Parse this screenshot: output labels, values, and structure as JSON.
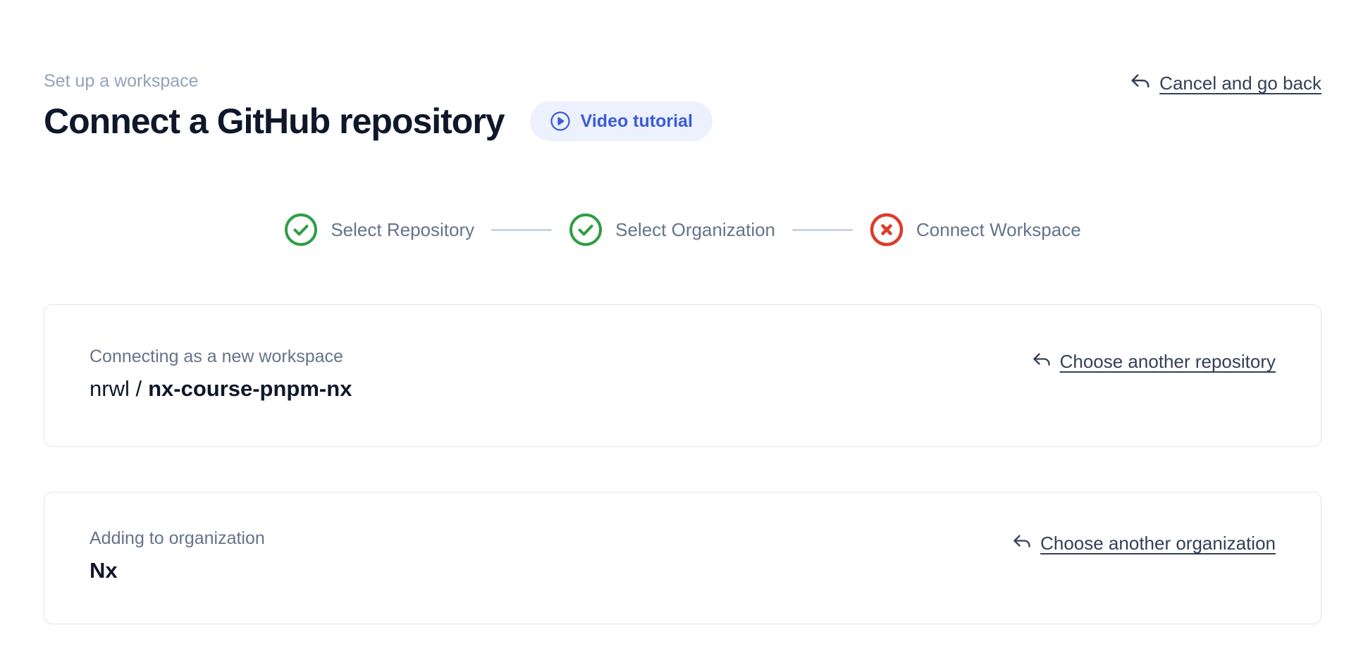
{
  "page": {
    "eyebrow": "Set up a workspace",
    "title": "Connect a GitHub repository",
    "video_tutorial_label": "Video tutorial",
    "cancel_link_label": "Cancel and go back"
  },
  "stepper": {
    "steps": [
      {
        "label": "Select Repository",
        "status": "complete"
      },
      {
        "label": "Select Organization",
        "status": "complete"
      },
      {
        "label": "Connect Workspace",
        "status": "error"
      }
    ]
  },
  "repository_card": {
    "label": "Connecting as a new workspace",
    "owner_prefix": "nrwl /",
    "repo_name": "nx-course-pnpm-nx",
    "change_link_label": "Choose another repository"
  },
  "organization_card": {
    "label": "Adding to organization",
    "value": "Nx",
    "change_link_label": "Choose another organization"
  },
  "colors": {
    "accent_blue": "#3b5bdb",
    "pill_background": "#edf1fd",
    "success_green": "#2f9e44",
    "error_red": "#db3c2a",
    "muted_text": "#64748b",
    "eyebrow_text": "#94a3b8",
    "heading_text": "#0f172a",
    "link_text": "#334155",
    "card_border": "#e2e8f0",
    "connector": "#cbd5e1"
  }
}
